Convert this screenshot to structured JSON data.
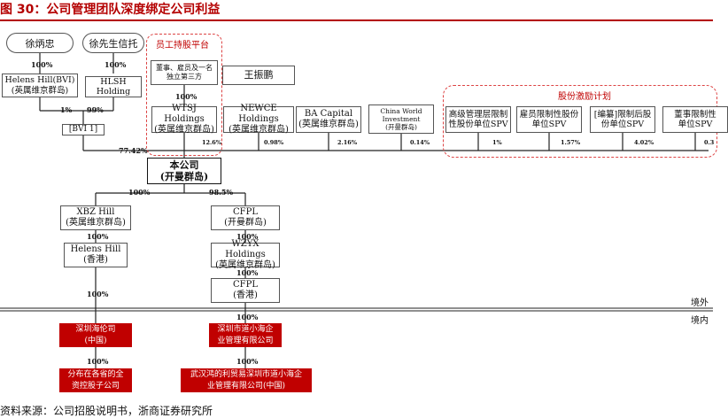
{
  "figure_title": "图  30：公司管理团队深度绑定公司利益",
  "source": "资料来源：公司招股说明书，浙商证券研究所",
  "nodes": {
    "xu_bingzhong": "徐炳忠",
    "xu_trust": "徐先生信托",
    "platform_title": "员工持股平台",
    "directors": "董事、雇员及一名\n独立第三方",
    "wang_zhenpeng": "王振鹏",
    "incentive_title": "股份激励计划",
    "helens_bvi": "Helens Hill(BVI)\n(英属维京群岛)",
    "hlsh": "HLSH Holding",
    "bvi1": "[BVI 1]",
    "wtsj": "WTSJ Holdings\n(英属维京群岛)",
    "newce": "NEWCE Holdings\n(英属维京群岛)",
    "ba_capital": "BA Capital\n(英属维京群岛)",
    "china_world": "China World\nInvestment\n(开曼群岛)",
    "spv1": "高级管理层限制\n性股份单位SPV",
    "spv2": "雇员限制性股份\n单位SPV",
    "spv3": "[编纂]限制后股\n份单位SPV",
    "spv4": "董事限制性\n单位SPV",
    "company": "本公司\n(开曼群岛)",
    "xbz": "XBZ Hill\n(英属维京群岛)",
    "helens_hk": "Helens Hill\n(香港)",
    "cfpl_cayman": "CFPL\n(开曼群岛)",
    "wzyx": "WZYX Holdings\n(英属维京群岛)",
    "cfpl_hk": "CFPL\n(香港)",
    "shenzhen_hailun": "深圳海伦司\n(中国)",
    "shenzhen_xiaohai": "深圳市道小海企\n业管理有限公司",
    "dist_companies": "分布在各省的全\n资控股子公司",
    "wuhan": "武汉鸿的利贸易深圳市道小海企\n业管理有限公司(中国)"
  },
  "percentages": {
    "xu_to_helens": "100%",
    "trust_to_hlsh": "100%",
    "directors_to_wtsj": "100%",
    "helens_to_bvi1": "1%",
    "hlsh_to_bvi1": "99%",
    "bvi1_to_company": "77.42%",
    "wtsj": "12.6%",
    "newce": "0.98%",
    "ba_capital": "2.16%",
    "china_world": "0.14%",
    "spv1": "1%",
    "spv2": "1.57%",
    "spv3": "4.02%",
    "spv4": "0.3",
    "company_to_xbz": "100%",
    "company_to_cfpl": "98.5%",
    "xbz_to_helens_hk": "100%",
    "cfpl_to_wzyx": "100%",
    "wzyx_to_cfpl_hk": "100%",
    "helens_hk_to_hailun": "100%",
    "cfpl_hk_to_xiaohai": "100%",
    "hailun_to_dist": "100%",
    "xiaohai_to_wuhan": "100%"
  },
  "boundary": {
    "outside": "境外",
    "inside": "境内"
  }
}
